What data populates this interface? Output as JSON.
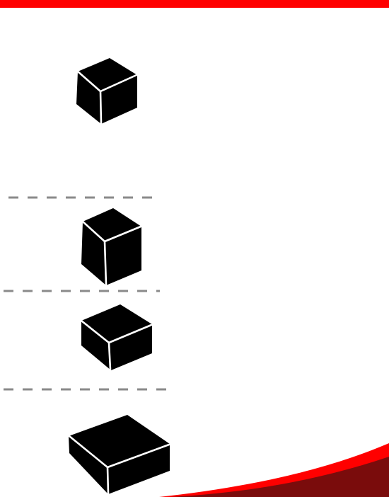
{
  "theme": {
    "accent": "#ff0000",
    "accent_dark": "#7a0c0c",
    "box_fill": "#000000",
    "box_edge": "#ffffff",
    "separator": "#8a8a8a"
  },
  "boxes": [
    {
      "name": "box-cube-small",
      "icon": "isometric-cube"
    },
    {
      "name": "box-cube-tall",
      "icon": "isometric-cube"
    },
    {
      "name": "box-flat-medium",
      "icon": "isometric-cube"
    },
    {
      "name": "box-flat-large",
      "icon": "isometric-cube"
    }
  ],
  "separators": 3
}
